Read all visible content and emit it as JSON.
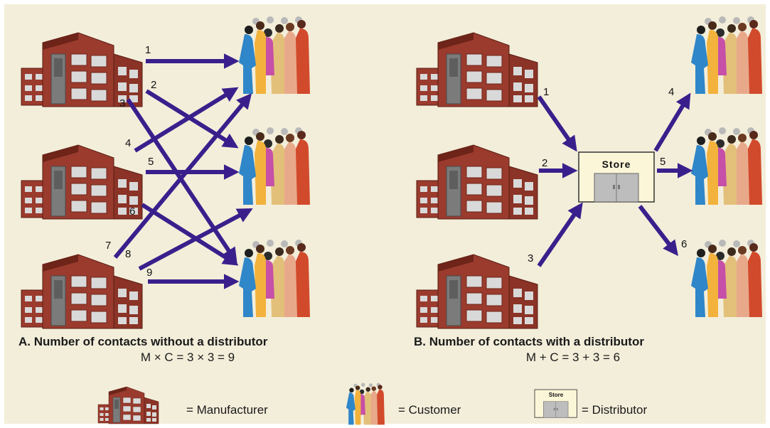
{
  "panel_a": {
    "caption": "A. Number of contacts without a distributor",
    "formula": "M × C = 3 × 3 = 9",
    "arrows": [
      {
        "label": "1"
      },
      {
        "label": "2"
      },
      {
        "label": "3"
      },
      {
        "label": "4"
      },
      {
        "label": "5"
      },
      {
        "label": "6"
      },
      {
        "label": "7"
      },
      {
        "label": "8"
      },
      {
        "label": "9"
      }
    ]
  },
  "panel_b": {
    "caption": "B. Number of contacts with a distributor",
    "formula": "M + C = 3 + 3 = 6",
    "store_label": "Store",
    "arrows": [
      {
        "label": "1"
      },
      {
        "label": "2"
      },
      {
        "label": "3"
      },
      {
        "label": "4"
      },
      {
        "label": "5"
      },
      {
        "label": "6"
      }
    ]
  },
  "legend": {
    "manufacturer": "= Manufacturer",
    "customer": "= Customer",
    "distributor": "= Distributor",
    "store_label": "Store"
  },
  "colors": {
    "background_panel": "#f3eeda",
    "arrow": "#3a1f8c",
    "building": "#9a3b2e",
    "building_dark": "#6e2418",
    "window": "#d9d9d9",
    "store_fill": "#fbf6d8"
  }
}
